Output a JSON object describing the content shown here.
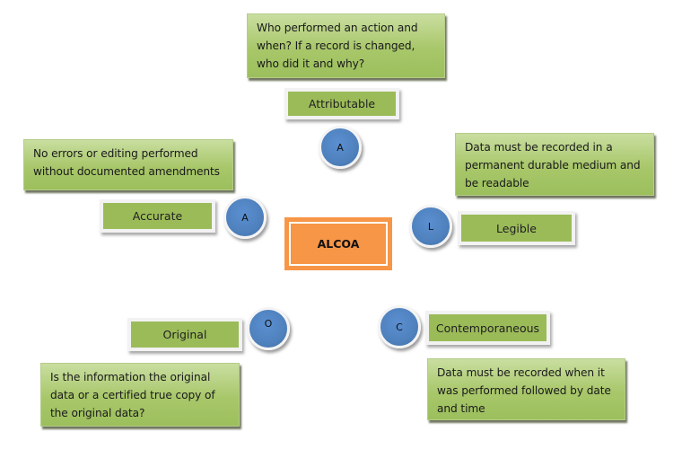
{
  "center": {
    "title": "ALCOA"
  },
  "principles": [
    {
      "key": "attributable",
      "letter": "A",
      "label": "Attributable",
      "description": [
        "Who performed an action and",
        "when? If a record is changed,",
        "who did it and why?"
      ]
    },
    {
      "key": "legible",
      "letter": "L",
      "label": "Legible",
      "description": [
        "Data must be recorded in a",
        "permanent durable medium and",
        "be readable"
      ]
    },
    {
      "key": "contemporaneous",
      "letter": "C",
      "label": "Contemporaneous",
      "description": [
        "Data must be recorded when it",
        "was performed followed by date",
        "and time"
      ]
    },
    {
      "key": "original",
      "letter": "O",
      "label": "Original",
      "description": [
        "Is the information the original",
        "data or a certified true copy of",
        "the original data?"
      ]
    },
    {
      "key": "accurate",
      "letter": "A",
      "label": "Accurate",
      "description": [
        "No errors or editing performed",
        "without documented amendments"
      ]
    }
  ],
  "colors": {
    "center_fill": "#f79646",
    "label_fill": "#9bbb59",
    "circle_fill": "#4f81bd",
    "description_fill": "#a8c76a"
  }
}
